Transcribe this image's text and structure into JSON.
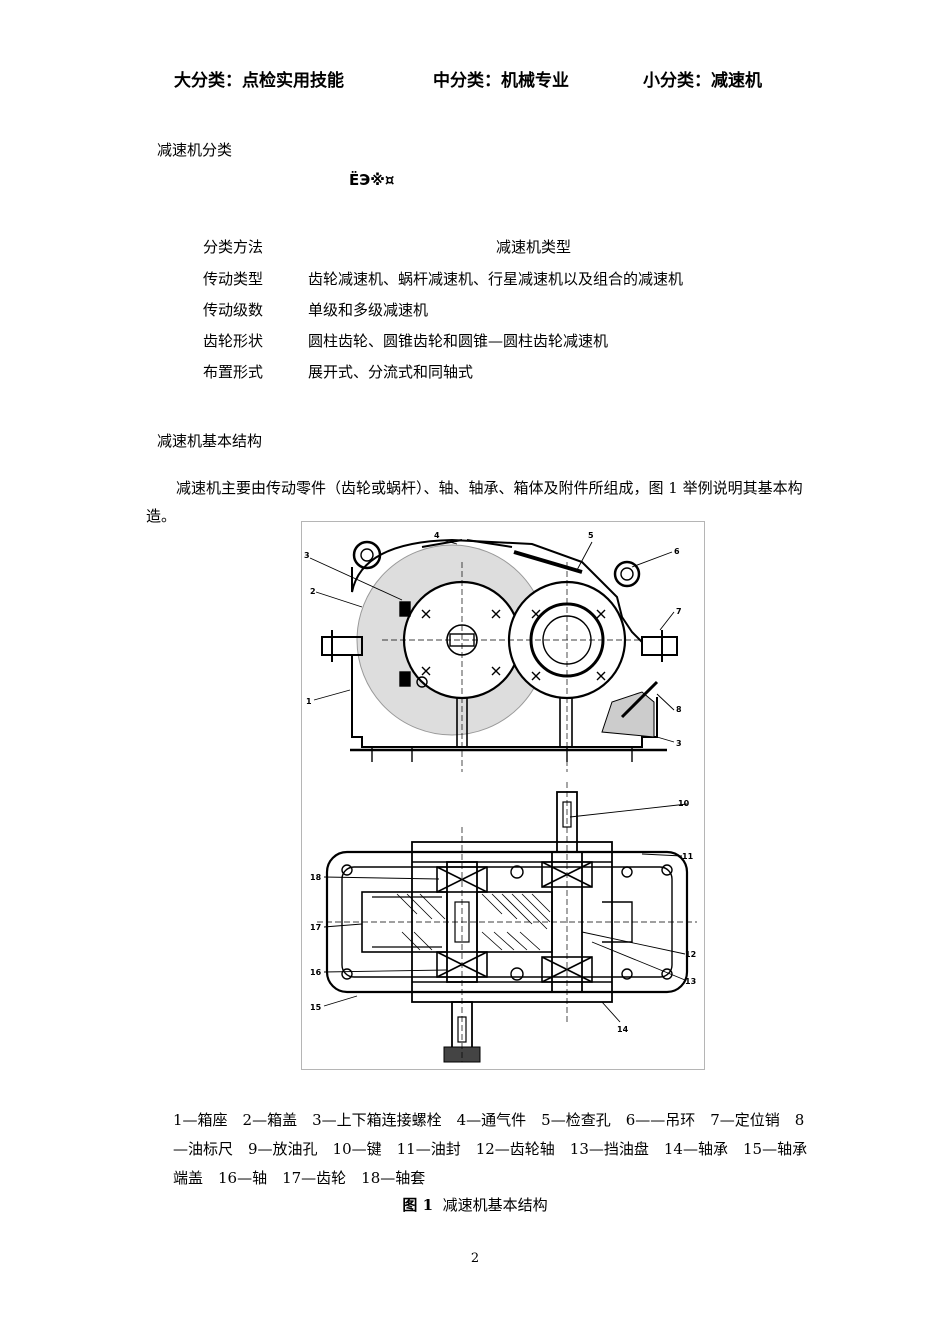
{
  "header": {
    "major": "大分类：点检实用技能",
    "middle": "中分类：机械专业",
    "minor": "小分类：减速机"
  },
  "section1": {
    "title": "减速机分类",
    "garbled": "ËЭ※¤",
    "table": {
      "header": {
        "method": "分类方法",
        "type": "减速机类型"
      },
      "rows": [
        {
          "method": "传动类型",
          "type": "齿轮减速机、蜗杆减速机、行星减速机以及组合的减速机"
        },
        {
          "method": "传动级数",
          "type": "单级和多级减速机"
        },
        {
          "method": "齿轮形状",
          "type": "圆柱齿轮、圆锥齿轮和圆锥—圆柱齿轮减速机"
        },
        {
          "method": "布置形式",
          "type": "展开式、分流式和同轴式"
        }
      ]
    }
  },
  "section2": {
    "title": "减速机基本结构",
    "paragraph": "减速机主要由传动零件（齿轮或蜗杆）、轴、轴承、箱体及附件所组成，图 1 举例说明其基本构造。"
  },
  "figure": {
    "callouts": [
      "1",
      "2",
      "3",
      "4",
      "5",
      "6",
      "7",
      "8",
      "3",
      "10",
      "11",
      "12",
      "13",
      "14",
      "15",
      "16",
      "17",
      "18"
    ],
    "legend": "1—箱座　2—箱盖　3—上下箱连接螺栓　4—通气件　5—检查孔　6——吊环　7—定位销　8—油标尺　9—放油孔　10—键　11—油封　12—齿轮轴　13—挡油盘　14—轴承　15—轴承端盖　16—轴　17—齿轮　18—轴套",
    "caption_prefix": "图 1",
    "caption_text": "减速机基本结构"
  },
  "page_number": "2"
}
